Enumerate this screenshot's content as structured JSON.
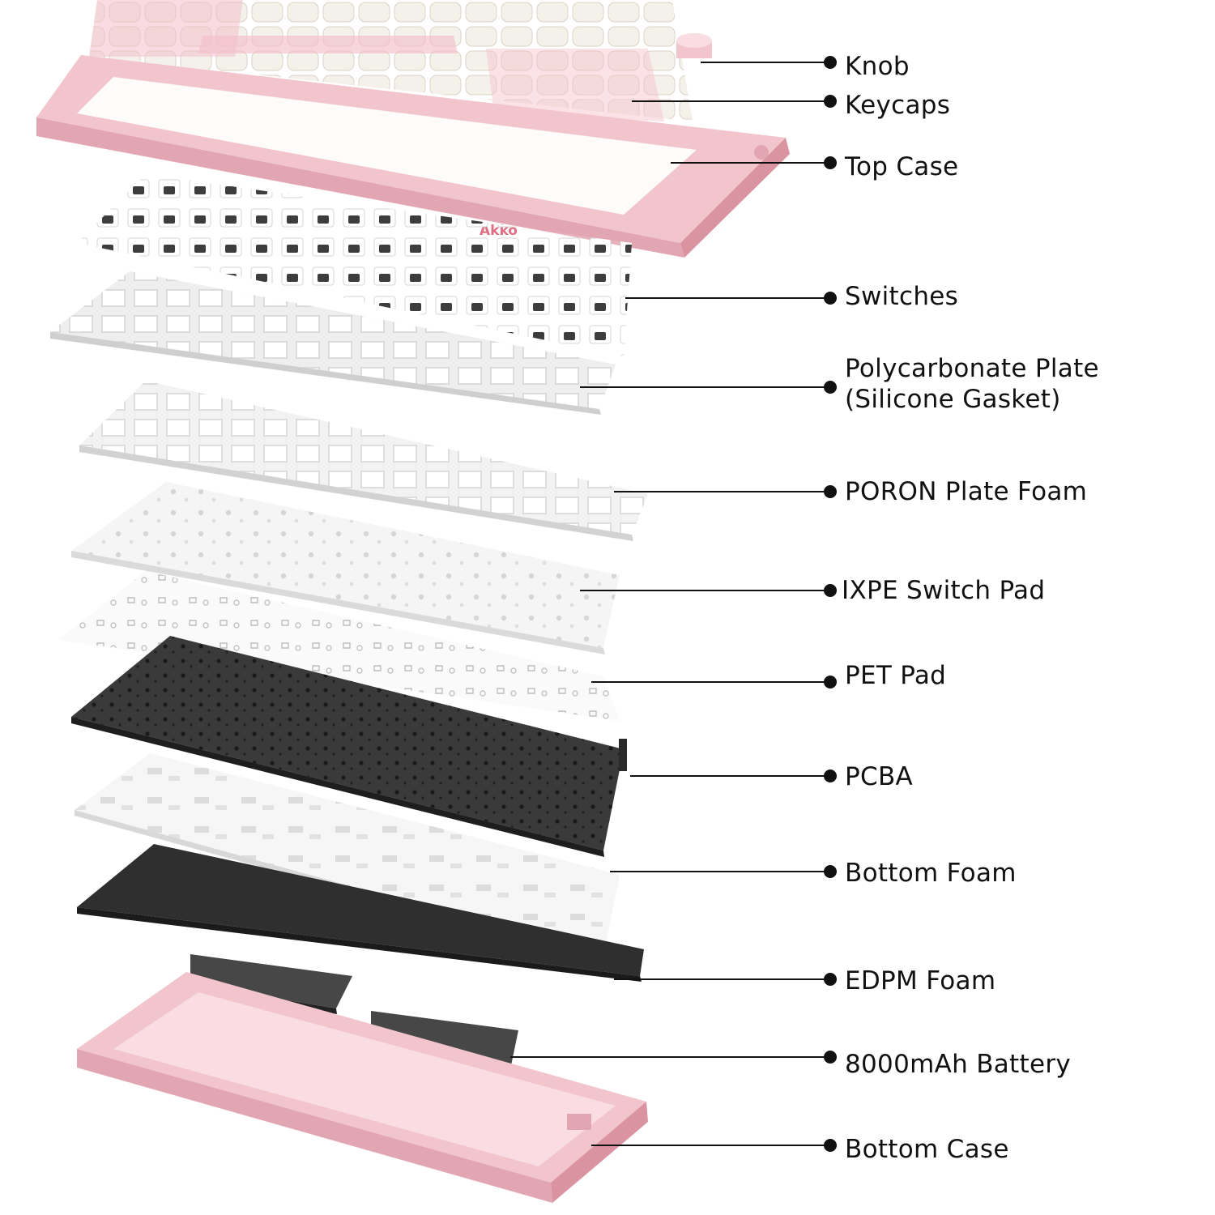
{
  "brand": "Akko",
  "colors": {
    "case_pink": "#f2c4cc",
    "case_pink_dark": "#e2a6b2",
    "case_pink_light": "#f9dde2",
    "plate_white": "#eeeeee",
    "foam_light": "#f6f6f6",
    "pcb_dark": "#3a3a3a",
    "foam_dark": "#2f2f2f",
    "keycap_white": "#f4f1ea",
    "keycap_pink": "#f3bfc8",
    "label_text": "#111111"
  },
  "layers": [
    {
      "id": "knob",
      "label": "Knob"
    },
    {
      "id": "keycaps",
      "label": "Keycaps"
    },
    {
      "id": "top-case",
      "label": "Top Case"
    },
    {
      "id": "switches",
      "label": "Switches"
    },
    {
      "id": "polycarbonate-plate",
      "label": "Polycarbonate Plate",
      "sublabel": "(Silicone Gasket)"
    },
    {
      "id": "poron-plate-foam",
      "label": "PORON Plate Foam"
    },
    {
      "id": "ixpe-switch-pad",
      "label": "IXPE Switch Pad"
    },
    {
      "id": "pet-pad",
      "label": "PET Pad"
    },
    {
      "id": "pcba",
      "label": "PCBA"
    },
    {
      "id": "bottom-foam",
      "label": "Bottom Foam"
    },
    {
      "id": "edpm-foam",
      "label": "EDPM Foam"
    },
    {
      "id": "battery",
      "label": "8000mAh Battery"
    },
    {
      "id": "bottom-case",
      "label": "Bottom Case"
    }
  ]
}
